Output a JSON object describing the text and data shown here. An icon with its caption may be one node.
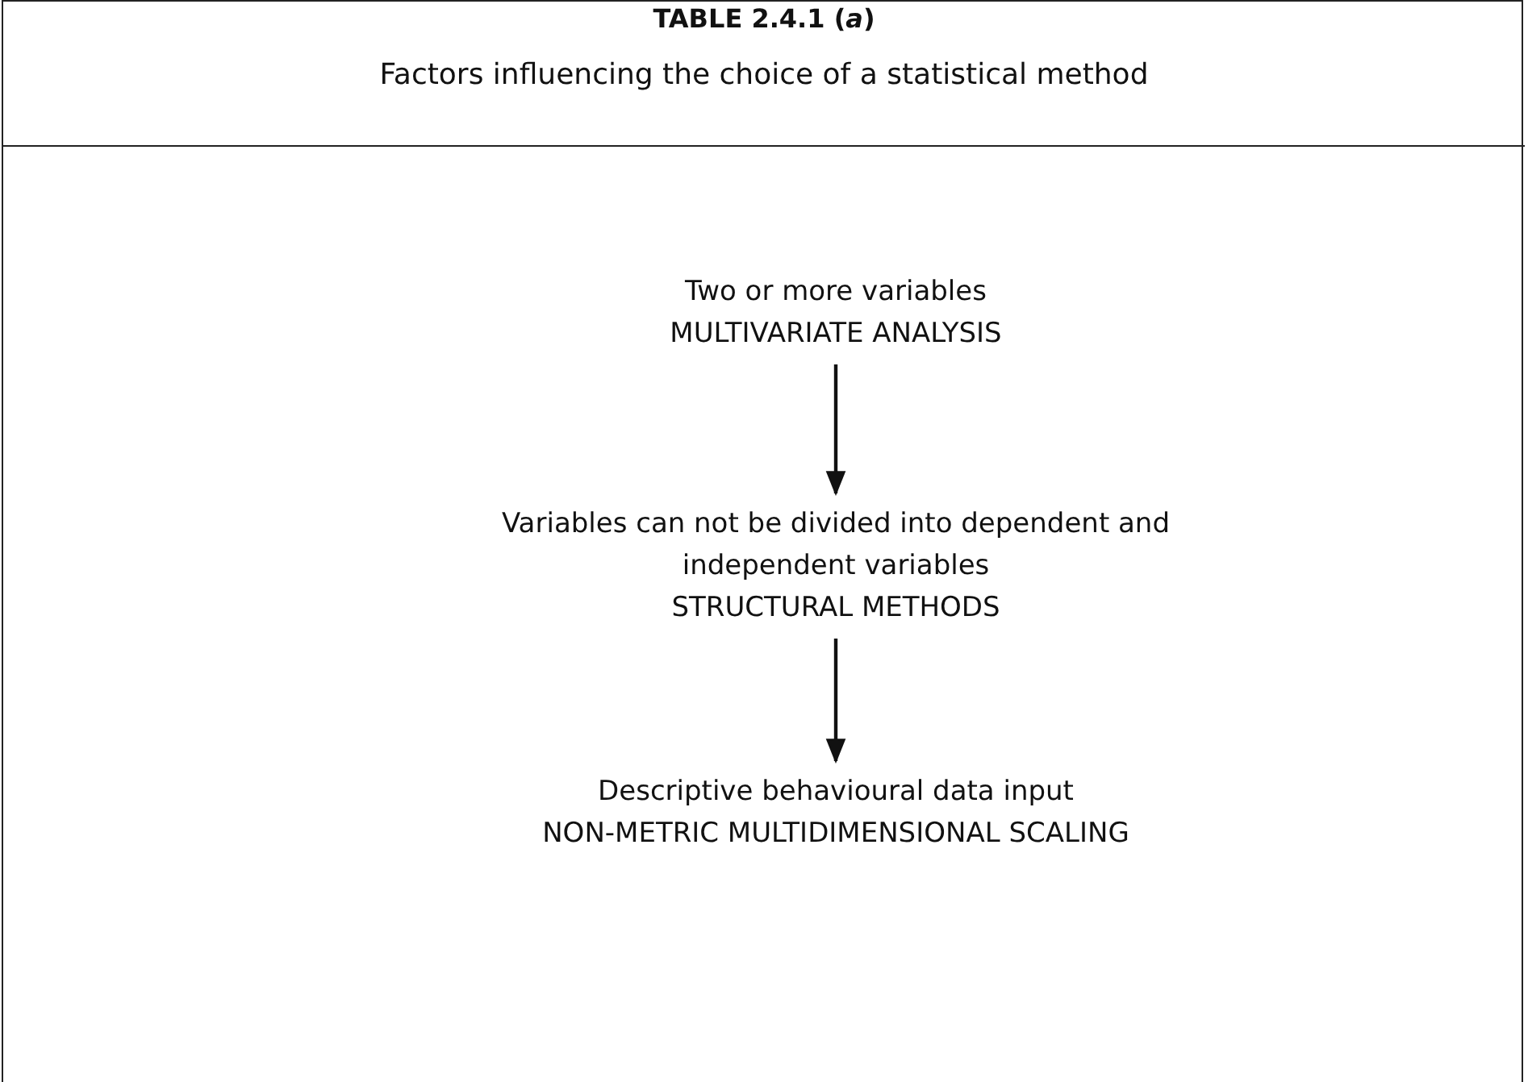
{
  "diagram": {
    "title": "TABLE 2.4.1 (*a*)",
    "labels": [
      "Factors influencing the choice of a statistical method"
    ],
    "nodes": [
      {
        "text": [
          "Two or more variables",
          "MULTIVARIATE ANALYSIS"
        ]
      },
      {
        "text": [
          "Variables can not be divided into dependent and independent variables",
          "STRUCTURAL METHODS"
        ]
      },
      {
        "text": [
          "Descriptive behavioural data input",
          "NON-METRIC MULTIDIMENSIONAL SCALING"
        ]
      }
    ],
    "edges": [
      {
        "from": 0,
        "to": 1,
        "arrow": "to"
      },
      {
        "from": 1,
        "to": 2,
        "arrow": "to"
      }
    ]
  }
}
